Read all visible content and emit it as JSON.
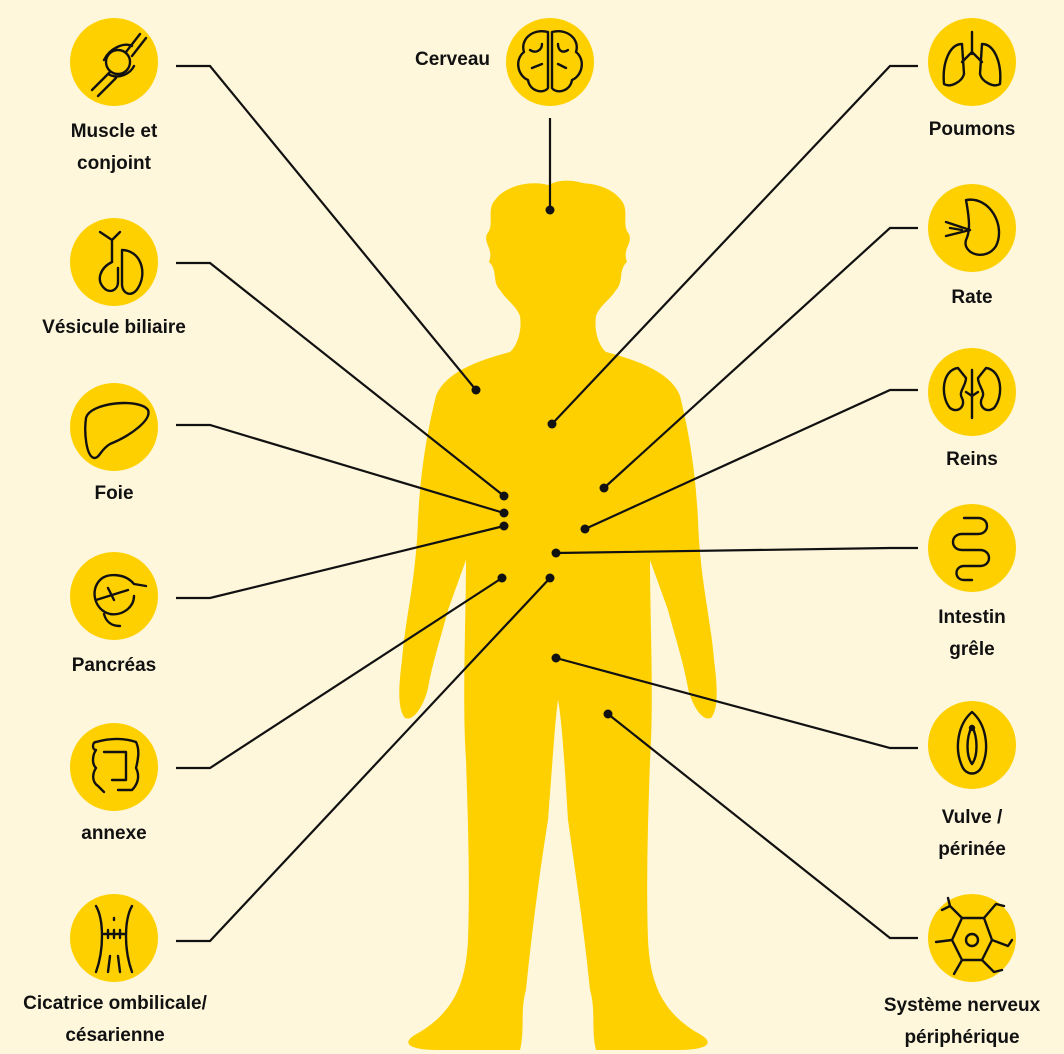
{
  "colors": {
    "background": "#FEF7DC",
    "accent": "#FFD000",
    "ink": "#111111"
  },
  "organs": [
    {
      "key": "muscle",
      "label": "Muscle et\nconjoint",
      "icon": "joint-icon"
    },
    {
      "key": "gallbladder",
      "label": "Vésicule biliaire",
      "icon": "gallbladder-icon"
    },
    {
      "key": "liver",
      "label": "Foie",
      "icon": "liver-icon"
    },
    {
      "key": "pancreas",
      "label": "Pancréas",
      "icon": "pancreas-icon"
    },
    {
      "key": "appendix",
      "label": "annexe",
      "icon": "intestine-icon"
    },
    {
      "key": "scar",
      "label": "Cicatrice ombilicale/\ncésarienne",
      "icon": "abdomen-scar-icon"
    },
    {
      "key": "brain",
      "label": "Cerveau",
      "icon": "brain-icon"
    },
    {
      "key": "lungs",
      "label": "Poumons",
      "icon": "lungs-icon"
    },
    {
      "key": "spleen",
      "label": "Rate",
      "icon": "spleen-icon"
    },
    {
      "key": "kidneys",
      "label": "Reins",
      "icon": "kidneys-icon"
    },
    {
      "key": "small_intestine",
      "label": "Intestin\ngrêle",
      "icon": "small-intestine-icon"
    },
    {
      "key": "vulva",
      "label": "Vulve /\npérinée",
      "icon": "vulva-icon"
    },
    {
      "key": "nerves",
      "label": "Système nerveux\npériphérique",
      "icon": "neuron-icon"
    }
  ]
}
